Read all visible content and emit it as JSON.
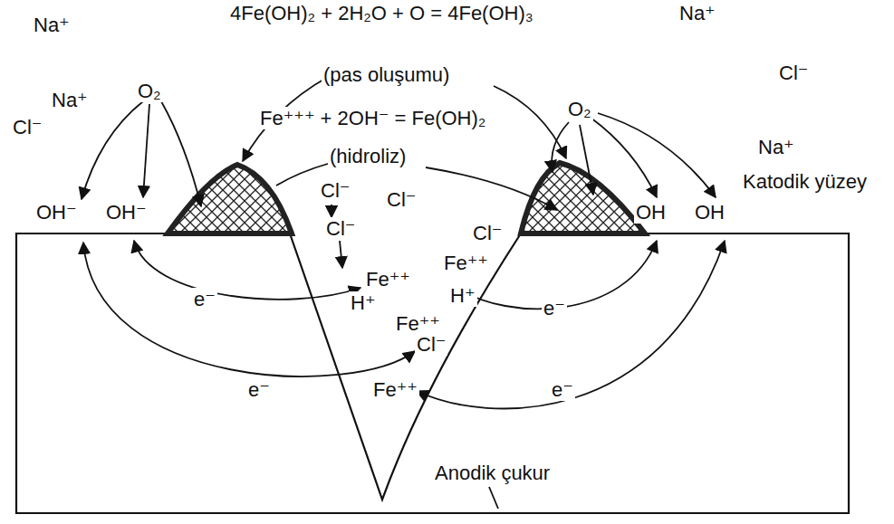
{
  "diagram": {
    "labels": [
      "Na⁺",
      "4Fe(OH)₂ + 2H₂O + O = 4Fe(OH)₃",
      "Na⁺",
      "(pas oluşumu)",
      "Cl⁻",
      "Na⁺",
      "O₂",
      "Cl⁻",
      "Fe⁺⁺⁺ + 2OH⁻ = Fe(OH)₂",
      "(hidroliz)",
      "O₂",
      "Na⁺",
      "Katodik yüzey",
      "OH⁻",
      "OH⁻",
      "OH",
      "OH",
      "Cl⁻",
      "Cl⁻",
      "Cl⁻",
      "Cl⁻",
      "Fe⁺⁺",
      "Fe⁺⁺",
      "H⁺",
      "H⁺",
      "Fe⁺⁺",
      "Cl⁻",
      "Fe⁺⁺",
      "e⁻",
      "e⁻",
      "e⁻",
      "e⁻",
      "Anodik çukur"
    ]
  }
}
